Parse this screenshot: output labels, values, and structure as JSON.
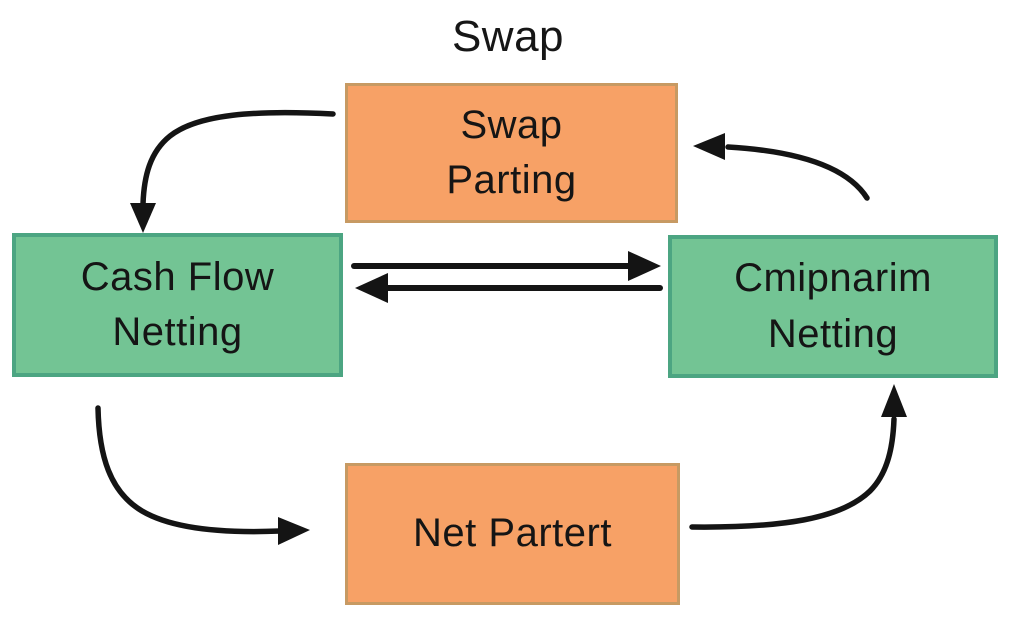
{
  "diagram": {
    "title": "Swap",
    "background_color": "#FFFFFF",
    "arrow_color": "#141414",
    "text_color": "#151515",
    "nodes": {
      "swap_parting": {
        "line1": "Swap",
        "line2": "Parting",
        "fill": "#F7A166",
        "border": "#C79A63"
      },
      "cash_flow_netting": {
        "line1": "Cash Flow",
        "line2": "Netting",
        "fill": "#73C494",
        "border": "#4CA582"
      },
      "counterparty_netting": {
        "line1": "Cmipnarim",
        "line2": "Netting",
        "fill": "#73C494",
        "border": "#4CA582"
      },
      "net_partert": {
        "line1": "Net Partert",
        "fill": "#F7A166",
        "border": "#C79A63"
      }
    },
    "edges": [
      {
        "from": "swap_parting",
        "to": "cash_flow_netting",
        "style": "curved"
      },
      {
        "from": "counterparty_netting",
        "to": "swap_parting",
        "style": "curved"
      },
      {
        "from": "cash_flow_netting",
        "to": "counterparty_netting",
        "style": "straight"
      },
      {
        "from": "counterparty_netting",
        "to": "cash_flow_netting",
        "style": "straight"
      },
      {
        "from": "cash_flow_netting",
        "to": "net_partert",
        "style": "curved"
      },
      {
        "from": "net_partert",
        "to": "counterparty_netting",
        "style": "curved"
      }
    ]
  }
}
